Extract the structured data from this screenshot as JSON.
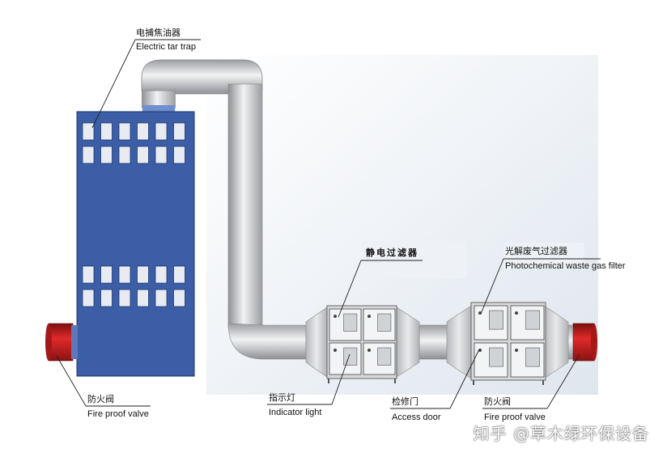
{
  "labels": {
    "tar_trap_cn": "电捕焦油器",
    "tar_trap_en": "Electric tar trap",
    "esp_cn": "静电过滤器",
    "photo_cn": "光解废气过滤器",
    "photo_en": "Photochemical waste gas filter",
    "fire_valve_left_cn": "防火阀",
    "fire_valve_left_en": "Fire proof valve",
    "indicator_cn": "指示灯",
    "indicator_en": "Indicator light",
    "access_cn": "检修门",
    "access_en": "Access door",
    "fire_valve_right_cn": "防火阀",
    "fire_valve_right_en": "Fire proof valve"
  },
  "watermark": "知乎 @草木绿环保设备",
  "colors": {
    "tower": "#3b5ea6",
    "pipe": "#c9cbce",
    "valve": "#cc1f1f",
    "frame": "#9aa0a6"
  }
}
